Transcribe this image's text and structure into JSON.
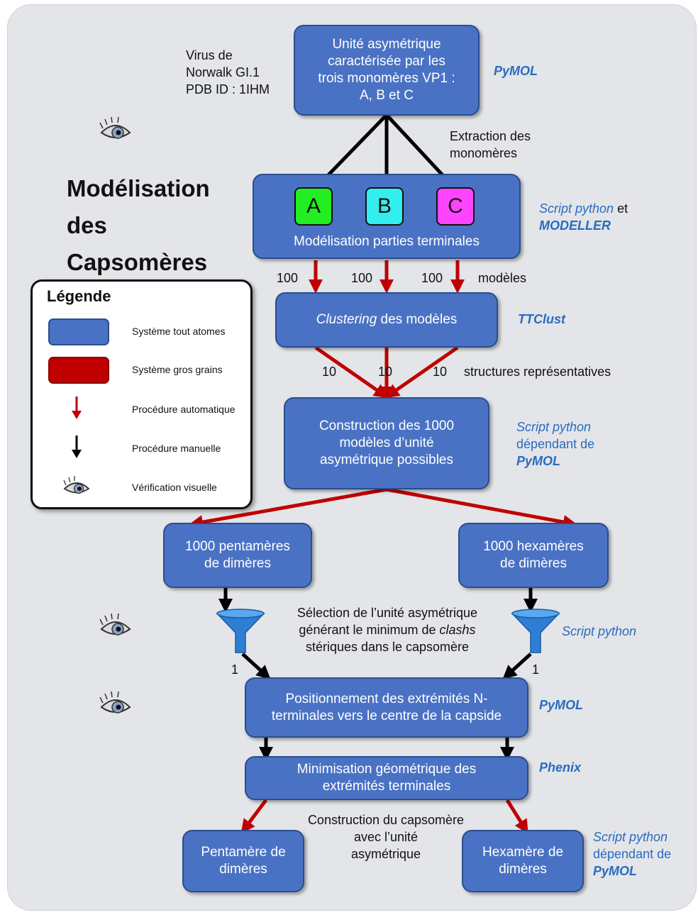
{
  "colors": {
    "all_atom": "#4a72c4",
    "coarse_grain": "#c00000",
    "auto_arrow": "#c00000",
    "manual_arrow": "#000000",
    "tool_text": "#2a6cc0",
    "mono_a": "#22ee22",
    "mono_b": "#33eeee",
    "mono_c": "#ff44ff"
  },
  "title": [
    "Modélisation",
    "des",
    "Capsomères"
  ],
  "virus": [
    "Virus de",
    "Norwalk GI.1",
    "PDB ID : 1IHM"
  ],
  "boxes": {
    "asym_unit": [
      "Unité asymétrique",
      "caractérisée par les",
      "trois monomères VP1 :",
      "A, B et C"
    ],
    "terminal_modeling": "Modélisation parties terminales",
    "clustering_italic": "Clustering",
    "clustering_rest": " des modèles",
    "construction": [
      "Construction des 1000",
      "modèles d’unité",
      "asymétrique possibles"
    ],
    "pentamers": [
      "1000 pentamères",
      "de dimères"
    ],
    "hexamers": [
      "1000 hexamères",
      "de dimères"
    ],
    "positioning": [
      "Positionnement des extrémités N-",
      "terminales vers le centre de la capside"
    ],
    "minimisation": [
      "Minimisation géométrique des",
      "extrémités terminales"
    ],
    "pentamer_final": [
      "Pentamère de",
      "dimères"
    ],
    "hexamer_final": [
      "Hexamère de",
      "dimères"
    ]
  },
  "monomers": [
    "A",
    "B",
    "C"
  ],
  "labels": {
    "extraction": [
      "Extraction des",
      "monomères"
    ],
    "count_100": "100",
    "models": "modèles",
    "count_10": "10",
    "representative": "structures représentatives",
    "selection_1": "Sélection de l’unité asymétrique",
    "selection_2a": "générant le minimum de ",
    "selection_2b": "clashs",
    "selection_3": "stériques dans le capsomère",
    "one": "1",
    "construction_capsomer": [
      "Construction du capsomère",
      "avec l’unité",
      "asymétrique"
    ]
  },
  "tools": {
    "pymol": "PyMOL",
    "script_python": "Script python",
    "et": " et",
    "modeller": "MODELLER",
    "ttclust": "TTClust",
    "dependant_de": "dépendant de",
    "phenix": "Phenix"
  },
  "legend": {
    "title": "Légende",
    "items": [
      "Système tout atomes",
      "Système gros grains",
      "Procédure automatique",
      "Procédure manuelle",
      "Vérification visuelle"
    ]
  }
}
